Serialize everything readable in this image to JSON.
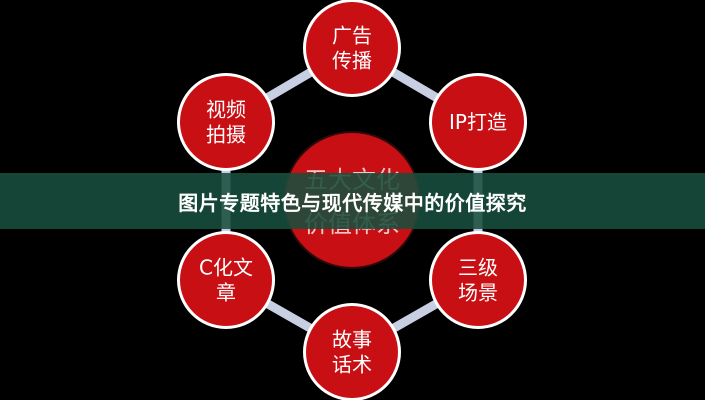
{
  "diagram": {
    "center": {
      "lines": [
        "五大文化",
        "价值体系"
      ],
      "fill": "#c80f14"
    },
    "nodes": [
      {
        "lines": [
          "广告",
          "传播"
        ]
      },
      {
        "lines": [
          "IP打造"
        ]
      },
      {
        "lines": [
          "三级",
          "场景"
        ]
      },
      {
        "lines": [
          "故事",
          "话术"
        ]
      },
      {
        "lines": [
          "C化文",
          "章"
        ]
      },
      {
        "lines": [
          "视频",
          "拍摄"
        ]
      }
    ],
    "colors": {
      "node_fill": "#c80f14",
      "node_border": "#ffffff",
      "ring": "#c9cfe3",
      "background": "#000000"
    }
  },
  "banner": {
    "title": "图片专题特色与现代传媒中的价值探究",
    "background": "#184e3e"
  }
}
